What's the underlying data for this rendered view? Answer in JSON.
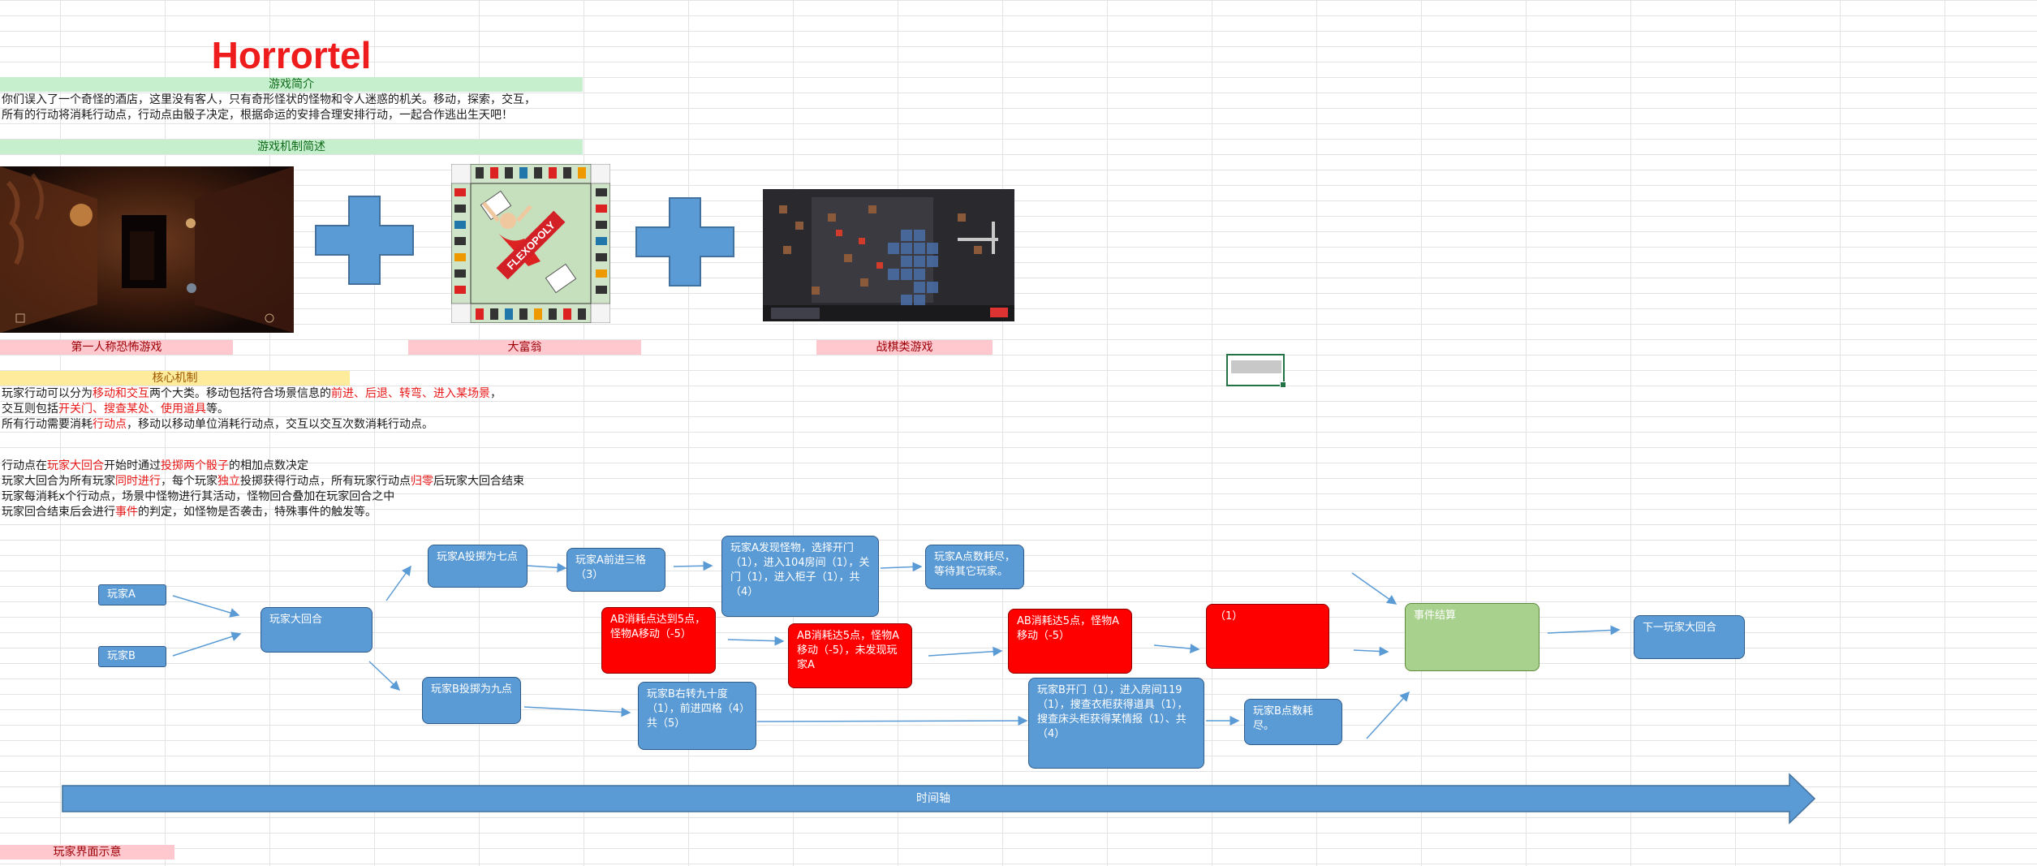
{
  "title": "Horrortel",
  "intro": {
    "header": "游戏简介",
    "line1": "你们误入了一个奇怪的酒店，这里没有客人，只有奇形怪状的怪物和令人迷惑的机关。移动，探索，交互，",
    "line2": "所有的行动将消耗行动点，行动点由骰子决定，根据命运的安排合理安排行动，一起合作逃出生天吧！"
  },
  "mechanics_header": "游戏机制简述",
  "images": {
    "img1_label": "第一人称恐怖游戏",
    "img2_label": "大富翁",
    "img2_logo": "FLEXOPOLY",
    "img3_label": "战棋类游戏"
  },
  "core": {
    "header": "核心机制",
    "p1": [
      "玩家行动可以分为",
      "移动和交互",
      "两个大类。移动包括符合场景信息的",
      "前进、后退、转弯、进入某场景",
      "，"
    ],
    "p2": [
      "交互则包括",
      "开关门、搜查某处、使用道具",
      "等。"
    ],
    "p3": [
      "所有行动需要消耗",
      "行动点",
      "，移动以移动单位消耗行动点，交互以交互次数消耗行动点。"
    ],
    "p4": [
      "行动点在",
      "玩家大回合",
      "开始时通过",
      "投掷两个骰子",
      "的相加点数决定"
    ],
    "p5": [
      "玩家大回合为所有玩家",
      "同时进行",
      "，每个玩家",
      "独立",
      "投掷获得行动点，所有玩家行动点",
      "归零",
      "后玩家大回合结束"
    ],
    "p6": "玩家每消耗x个行动点，场景中怪物进行其活动，怪物回合叠加在玩家回合之中",
    "p7": [
      "玩家回合结束后会进行",
      "事件",
      "的判定，如怪物是否袭击，特殊事件的触发等。"
    ]
  },
  "flow": {
    "playerA": "玩家A",
    "playerB": "玩家B",
    "round": "玩家大回合",
    "a_roll": "玩家A投掷为七点",
    "a_forward": "玩家A前进三格（3）",
    "a_monster": "玩家A发现怪物，选择开门（1），进入104房间（1），关门（1），进入柜子（1），共（4）",
    "a_exhaust": "玩家A点数耗尽，等待其它玩家。",
    "ab5": "AB消耗点达到5点，怪物A移动（-5）",
    "ab5b": "AB消耗达5点，怪物A移动（-5），未发现玩家A",
    "ab5c": "AB消耗达5点，怪物A移动（-5）",
    "red_small": "（1）",
    "event": "事件结算",
    "next_round": "下一玩家大回合",
    "b_roll": "玩家B投掷为九点",
    "b_turn": "玩家B右转九十度（1），前进四格（4）共（5）",
    "b_open": "玩家B开门（1），进入房间119（1），搜查衣柜获得道具（1），搜查床头柜获得某情报（1）、共（4）",
    "b_exhaust": "玩家B点数耗尽。",
    "timeline": "时间轴"
  },
  "ui_demo_label": "玩家界面示意",
  "colors": {
    "flow_blue": "#5b9bd5",
    "flow_red": "#ff0000",
    "flow_green": "#a9d18e",
    "title_red": "#ee1c1c",
    "accent_red": "#e81818"
  }
}
